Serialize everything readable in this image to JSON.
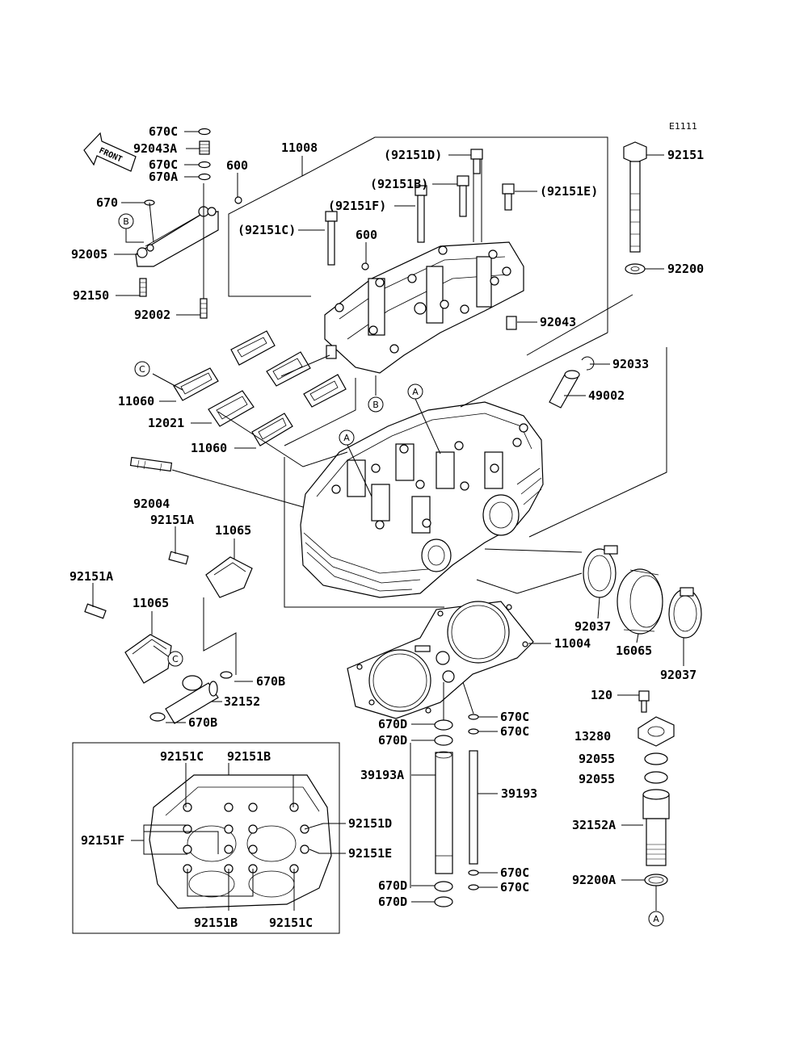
{
  "diagram": {
    "code": "E1111",
    "front_label": "FRONT",
    "callouts": [
      "670C",
      "92043A",
      "670C",
      "670A",
      "600",
      "670",
      "92005",
      "92150",
      "92002",
      "11008",
      "(92151D)",
      "(92151B)",
      "(92151F)",
      "(92151E)",
      "(92151C)",
      "600",
      "92043",
      "92151",
      "92200",
      "92033",
      "49002",
      "11060",
      "12021",
      "11060",
      "92004",
      "92151A",
      "11065",
      "92151A",
      "11065",
      "670B",
      "32152",
      "670B",
      "11004",
      "92037",
      "16065",
      "92037",
      "670D",
      "670D",
      "670C",
      "670C",
      "39193A",
      "39193",
      "670D",
      "670D",
      "670C",
      "670C",
      "120",
      "13280",
      "92055",
      "92055",
      "32152A",
      "92200A",
      "92151C",
      "92151B",
      "92151D",
      "92151F",
      "92151E",
      "92151B",
      "92151C"
    ],
    "ref_markers": [
      "B",
      "C",
      "B",
      "A",
      "A",
      "C",
      "A"
    ]
  }
}
